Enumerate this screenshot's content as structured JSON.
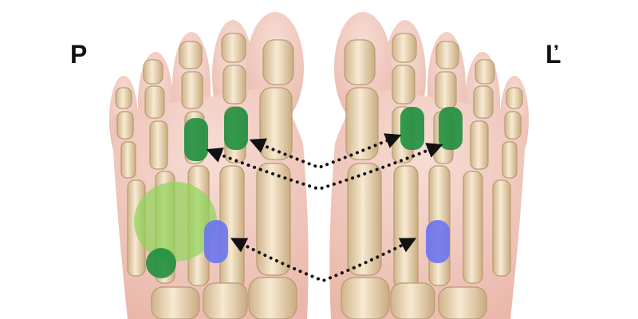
{
  "labels": {
    "right_foot": "P",
    "left_foot": "Ľ"
  },
  "colors": {
    "skin": "#f0c7bd",
    "skin_edge": "#e3a89a",
    "bone": "#e8d2ae",
    "bone_light": "#f7ead2",
    "bone_edge": "#b89a72",
    "marker_dark_green": "#1f8f3f",
    "marker_light_green": "#8fd45a",
    "marker_blue": "#6b74f0",
    "arrow": "#111111"
  },
  "markers": [
    {
      "id": "green-marker",
      "foot": "right",
      "color": "marker_dark_green"
    },
    {
      "id": "green-marker",
      "foot": "right",
      "color": "marker_dark_green"
    },
    {
      "id": "green-marker",
      "foot": "left",
      "color": "marker_dark_green"
    },
    {
      "id": "green-marker",
      "foot": "left",
      "color": "marker_dark_green"
    },
    {
      "id": "blue-marker",
      "foot": "right",
      "color": "marker_blue"
    },
    {
      "id": "blue-marker",
      "foot": "left",
      "color": "marker_blue"
    },
    {
      "id": "light-green-area",
      "foot": "right",
      "color": "marker_light_green"
    },
    {
      "id": "dark-green-dot",
      "foot": "right",
      "color": "marker_dark_green"
    }
  ],
  "arrows": [
    {
      "id": "arrow-green-inner",
      "style": "dotted",
      "heads": "both"
    },
    {
      "id": "arrow-green-outer",
      "style": "dotted",
      "heads": "both"
    },
    {
      "id": "arrow-blue",
      "style": "dotted",
      "heads": "both"
    }
  ]
}
